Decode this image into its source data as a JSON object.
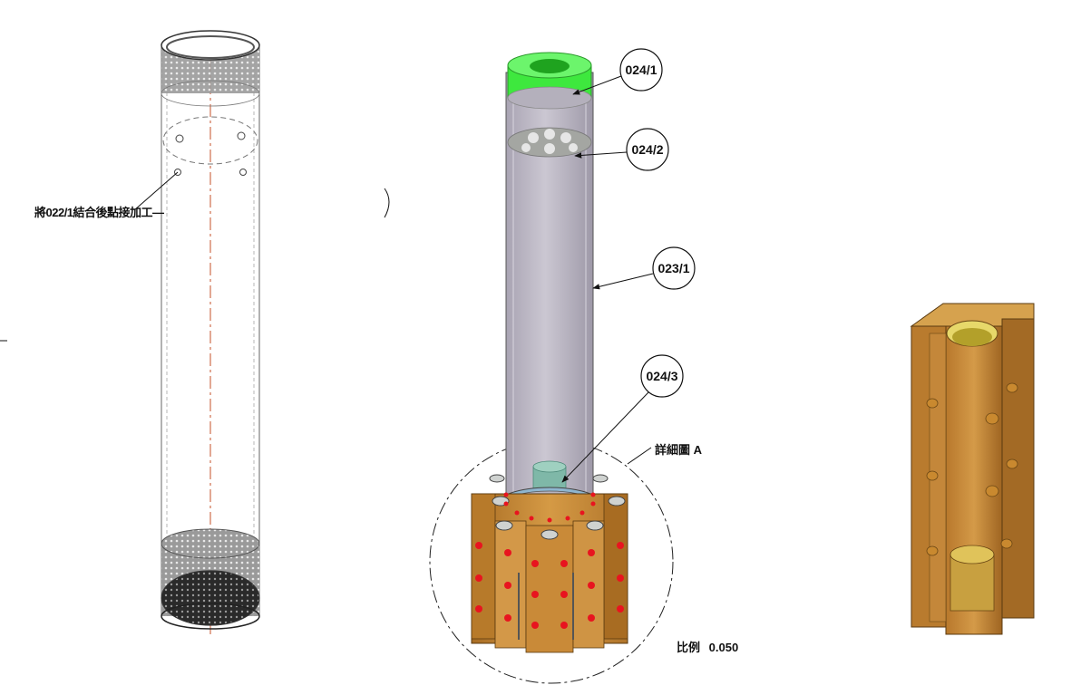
{
  "left_view": {
    "note": "將022/1結合後點接加工—"
  },
  "center_view": {
    "balloons": [
      {
        "id": "b1",
        "text": "024/1"
      },
      {
        "id": "b2",
        "text": "024/2"
      },
      {
        "id": "b3",
        "text": "023/1"
      },
      {
        "id": "b4",
        "text": "024/3"
      }
    ],
    "detail_label": "詳細圖 A",
    "scale_label": "比例",
    "scale_value": "0.050"
  },
  "colors": {
    "outline": "#333333",
    "green_ring": "#3ee83e",
    "tube_fill": "#b9b5c2",
    "block_fill": "#c8892f",
    "block_dark": "#8f5b1d",
    "red_dot": "#e8141f",
    "center_line": "#c4512a"
  }
}
